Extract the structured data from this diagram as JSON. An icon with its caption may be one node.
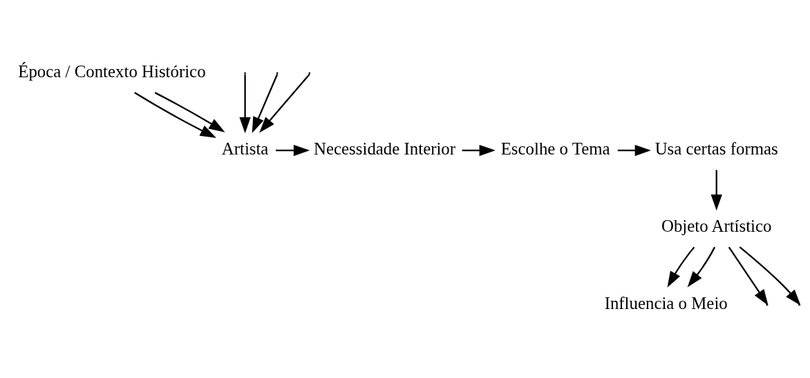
{
  "diagram": {
    "nodes": [
      {
        "text": [
          "Época / Contexto Histórico"
        ]
      },
      {
        "text": [
          "Artista"
        ]
      },
      {
        "text": [
          "Necessidade Interior"
        ]
      },
      {
        "text": [
          "Escolhe o Tema"
        ]
      },
      {
        "text": [
          "Usa certas formas"
        ]
      },
      {
        "text": [
          "Objeto Artístico"
        ]
      },
      {
        "text": [
          "Influencia o Meio"
        ]
      }
    ],
    "edges": [
      {
        "from": 0,
        "to": 1,
        "arrow": "to"
      },
      {
        "from": 0,
        "to": 1,
        "arrow": "to"
      },
      {
        "from": null,
        "to": 1,
        "arrow": "to"
      },
      {
        "from": null,
        "to": 1,
        "arrow": "to"
      },
      {
        "from": null,
        "to": 1,
        "arrow": "to"
      },
      {
        "from": 1,
        "to": 2,
        "arrow": "to"
      },
      {
        "from": 2,
        "to": 3,
        "arrow": "to"
      },
      {
        "from": 3,
        "to": 4,
        "arrow": "to"
      },
      {
        "from": 4,
        "to": 5,
        "arrow": "to"
      },
      {
        "from": 5,
        "to": null,
        "arrow": "to"
      },
      {
        "from": 5,
        "to": 6,
        "arrow": "to"
      },
      {
        "from": 5,
        "to": 6,
        "arrow": "to"
      },
      {
        "from": 5,
        "to": null,
        "arrow": "to"
      }
    ]
  }
}
